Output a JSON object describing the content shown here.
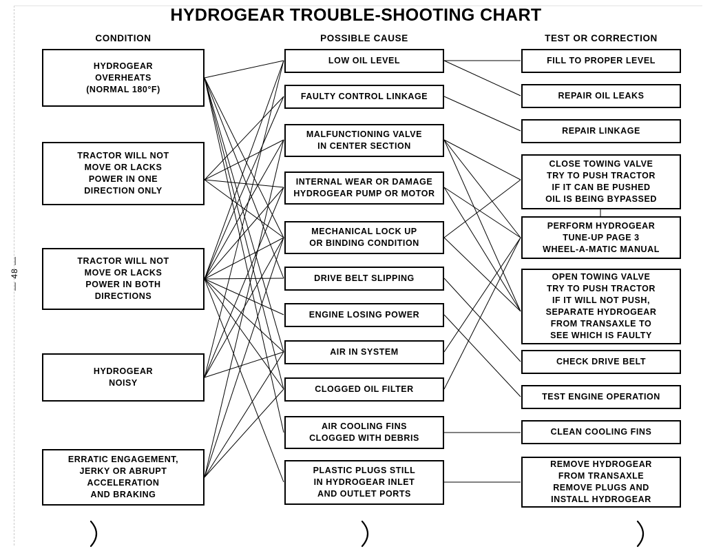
{
  "document": {
    "title": "HYDROGEAR TROUBLE-SHOOTING CHART",
    "page_number": "— 48 —"
  },
  "headers": {
    "condition": "CONDITION",
    "cause": "POSSIBLE CAUSE",
    "correction": "TEST OR CORRECTION"
  },
  "conditions": [
    {
      "id": "c1",
      "text": "HYDROGEAR\nOVERHEATS\n(NORMAL 180°F)"
    },
    {
      "id": "c2",
      "text": "TRACTOR WILL NOT\nMOVE OR LACKS\nPOWER IN ONE\nDIRECTION ONLY"
    },
    {
      "id": "c3",
      "text": "TRACTOR WILL NOT\nMOVE OR LACKS\nPOWER IN BOTH\nDIRECTIONS"
    },
    {
      "id": "c4",
      "text": "HYDROGEAR\nNOISY"
    },
    {
      "id": "c5",
      "text": "ERRATIC ENGAGEMENT,\nJERKY OR ABRUPT\nACCELERATION\nAND BRAKING"
    }
  ],
  "causes": [
    {
      "id": "p1",
      "text": "LOW OIL LEVEL"
    },
    {
      "id": "p2",
      "text": "FAULTY CONTROL LINKAGE"
    },
    {
      "id": "p3",
      "text": "MALFUNCTIONING VALVE\nIN CENTER SECTION"
    },
    {
      "id": "p4",
      "text": "INTERNAL WEAR OR DAMAGE\nHYDROGEAR PUMP OR MOTOR"
    },
    {
      "id": "p5",
      "text": "MECHANICAL LOCK UP\nOR BINDING CONDITION"
    },
    {
      "id": "p6",
      "text": "DRIVE BELT SLIPPING"
    },
    {
      "id": "p7",
      "text": "ENGINE LOSING POWER"
    },
    {
      "id": "p8",
      "text": "AIR IN SYSTEM"
    },
    {
      "id": "p9",
      "text": "CLOGGED OIL FILTER"
    },
    {
      "id": "p10",
      "text": "AIR COOLING FINS\nCLOGGED WITH DEBRIS"
    },
    {
      "id": "p11",
      "text": "PLASTIC PLUGS STILL\nIN HYDROGEAR INLET\nAND OUTLET PORTS"
    }
  ],
  "corrections": [
    {
      "id": "t1",
      "text": "FILL TO PROPER LEVEL"
    },
    {
      "id": "t2",
      "text": "REPAIR OIL LEAKS"
    },
    {
      "id": "t3",
      "text": "REPAIR LINKAGE"
    },
    {
      "id": "t4",
      "text": "CLOSE TOWING VALVE\nTRY TO PUSH TRACTOR\nIF IT CAN BE PUSHED\nOIL IS BEING BYPASSED"
    },
    {
      "id": "t5",
      "text": "PERFORM HYDROGEAR\nTUNE-UP PAGE 3\nWHEEL-A-MATIC MANUAL"
    },
    {
      "id": "t6",
      "text": "OPEN TOWING VALVE\nTRY TO PUSH TRACTOR\nIF IT WILL NOT PUSH,\nSEPARATE HYDROGEAR\nFROM TRANSAXLE TO\nSEE WHICH IS FAULTY"
    },
    {
      "id": "t7",
      "text": "CHECK DRIVE BELT"
    },
    {
      "id": "t8",
      "text": "TEST ENGINE OPERATION"
    },
    {
      "id": "t9",
      "text": "CLEAN COOLING FINS"
    },
    {
      "id": "t10",
      "text": "REMOVE HYDROGEAR\nFROM TRANSAXLE\nREMOVE PLUGS AND\nINSTALL HYDROGEAR"
    }
  ],
  "colors": {
    "ink": "#000000",
    "paper": "#ffffff"
  }
}
